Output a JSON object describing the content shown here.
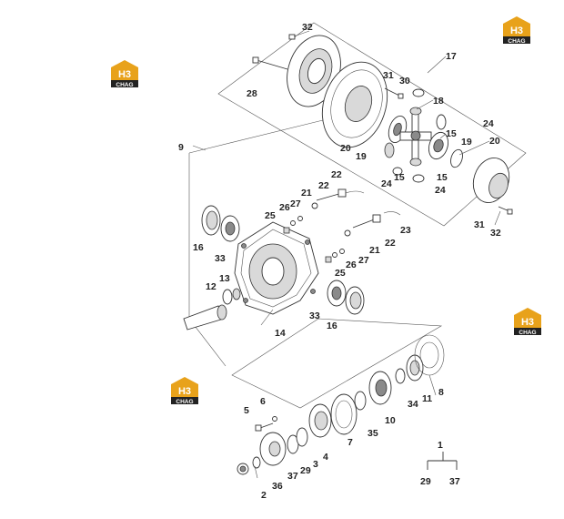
{
  "logo": {
    "brand_top": "H3",
    "brand_bottom": "CHAG",
    "colors": {
      "accent": "#e8a21b",
      "dark": "#222222"
    }
  },
  "callouts": {
    "n1": "1",
    "n2": "2",
    "n3": "3",
    "n4": "4",
    "n5": "5",
    "n6": "6",
    "n7": "7",
    "n8": "8",
    "n9": "9",
    "n10": "10",
    "n11": "11",
    "n12": "12",
    "n13": "13",
    "n14": "14",
    "n15a": "15",
    "n15b": "15",
    "n15c": "15",
    "n16a": "16",
    "n16b": "16",
    "n17": "17",
    "n18": "18",
    "n19a": "19",
    "n19b": "19",
    "n20a": "20",
    "n20b": "20",
    "n21a": "21",
    "n21b": "21",
    "n22a": "22",
    "n22b": "22",
    "n22c": "22",
    "n23": "23",
    "n24a": "24",
    "n24b": "24",
    "n24c": "24",
    "n25a": "25",
    "n25b": "25",
    "n26a": "26",
    "n26b": "26",
    "n27a": "27",
    "n27b": "27",
    "n28": "28",
    "n29a": "29",
    "n29b": "29",
    "n30": "30",
    "n31a": "31",
    "n31b": "31",
    "n32a": "32",
    "n32b": "32",
    "n33a": "33",
    "n33b": "33",
    "n34": "34",
    "n35": "35",
    "n36": "36",
    "n37a": "37",
    "n37b": "37"
  }
}
